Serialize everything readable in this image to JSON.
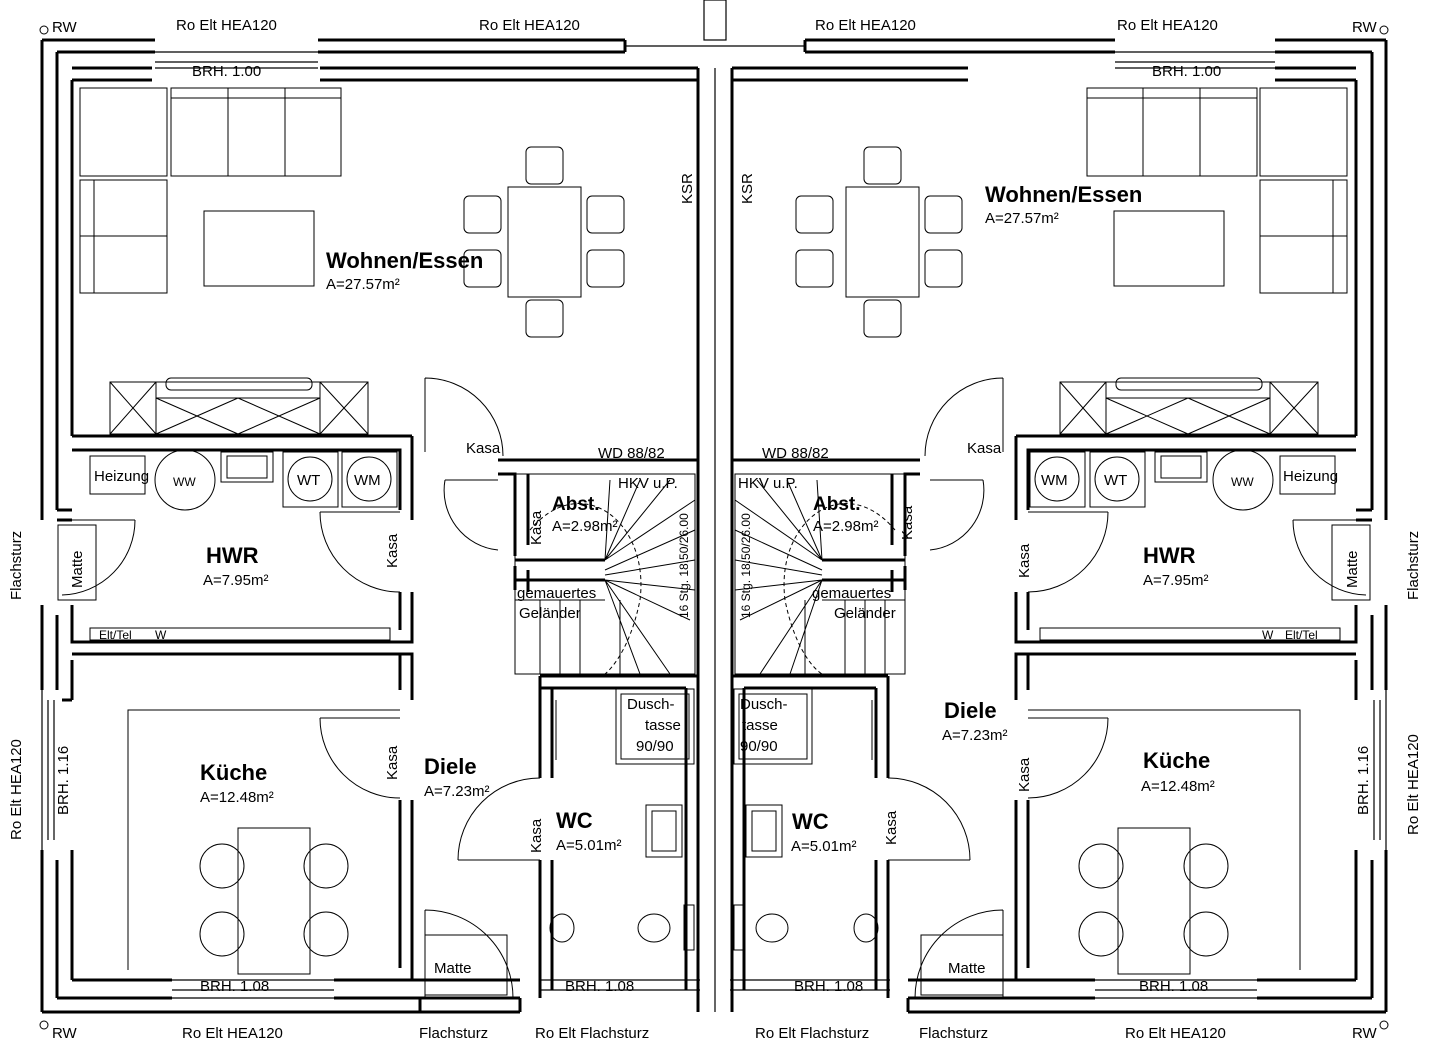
{
  "rooms": {
    "left": {
      "wohnen": {
        "name": "Wohnen/Essen",
        "area": "A=27.57m²"
      },
      "hwr": {
        "name": "HWR",
        "area": "A=7.95m²"
      },
      "kueche": {
        "name": "Küche",
        "area": "A=12.48m²"
      },
      "diele": {
        "name": "Diele",
        "area": "A=7.23m²"
      },
      "wc": {
        "name": "WC",
        "area": "A=5.01m²"
      },
      "abst": {
        "name": "Abst.",
        "area": "A=2.98m²"
      }
    },
    "right": {
      "wohnen": {
        "name": "Wohnen/Essen",
        "area": "A=27.57m²"
      },
      "hwr": {
        "name": "HWR",
        "area": "A=7.95m²"
      },
      "kueche": {
        "name": "Küche",
        "area": "A=12.48m²"
      },
      "diele": {
        "name": "Diele",
        "area": "A=7.23m²"
      },
      "wc": {
        "name": "WC",
        "area": "A=5.01m²"
      },
      "abst": {
        "name": "Abst.",
        "area": "A=2.98m²"
      }
    }
  },
  "labels": {
    "rw": "RW",
    "ro_elt_hea": "Ro Elt   HEA120",
    "ro_elt_hea_b": "Ro Elt  HEA120",
    "ro_elt_flach": "Ro Elt Flachsturz",
    "flachsturz": "Flachsturz",
    "brh_100": "BRH. 1.00",
    "brh_108": "BRH. 1.08",
    "brh_116": "BRH. 1.16",
    "ksr": "KSR",
    "kasa": "Kasa",
    "wd": "WD 88/82",
    "hkv": "HKV u.P.",
    "stairs": "16 Stg. 18.50/26.00",
    "gemauertes": "gemauertes",
    "gelaender": "Geländer",
    "heizung": "Heizung",
    "ww": "WW",
    "wt": "WT",
    "wm": "WM",
    "matte": "Matte",
    "elt_tel": "Elt/Tel",
    "w": "W",
    "dusch_1": "Dusch-",
    "dusch_2": "tasse",
    "dusch_3": "90/90"
  }
}
